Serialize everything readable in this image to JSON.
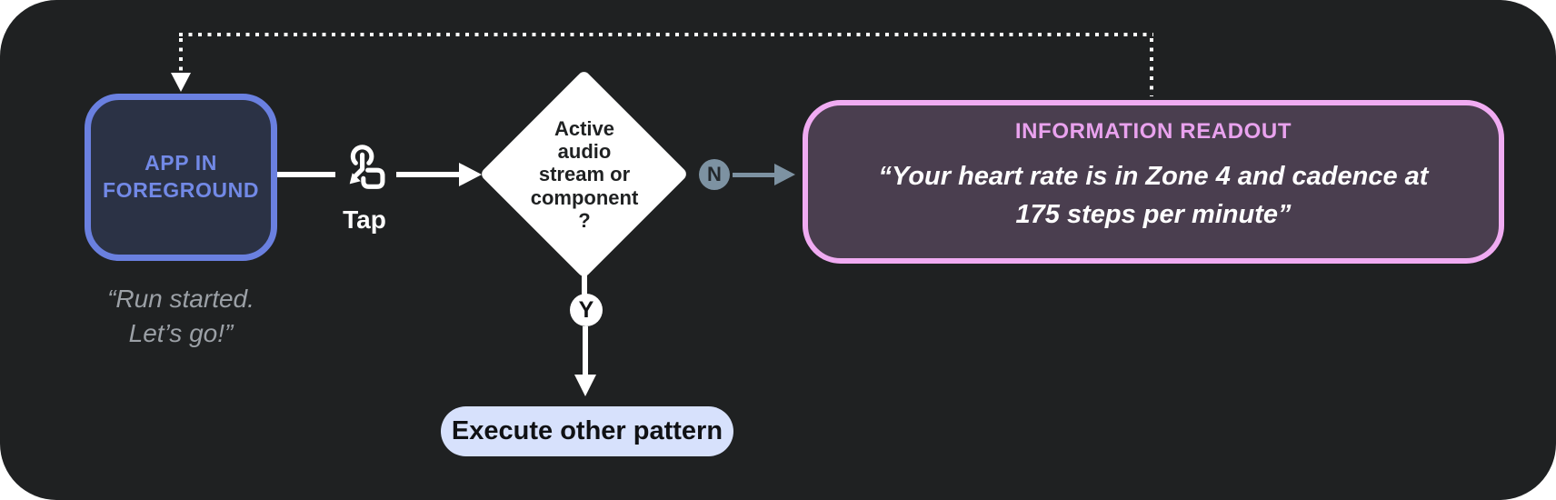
{
  "diagram": {
    "background_color": "#1F2122",
    "page_background_color": "#FFFFFF",
    "app_node": {
      "label": "APP IN FOREGROUND",
      "caption": "“Run started.\nLet’s go!”",
      "border_color": "#6A80E0",
      "fill_color": "#2B3245",
      "label_color": "#7289E6",
      "caption_color": "#9BA0A6"
    },
    "tap_step": {
      "label": "Tap",
      "icon": "tap-gesture-icon",
      "line_color": "#FFFFFF"
    },
    "decision_node": {
      "label": "Active\naudio\nstream or\ncomponent\n?",
      "fill_color": "#FFFFFF",
      "label_color": "#1F2122"
    },
    "no_branch": {
      "badge_label": "N",
      "badge_color": "#7D92A2",
      "badge_label_color": "#23282C",
      "arrow_color": "#7D92A2"
    },
    "yes_branch": {
      "badge_label": "Y",
      "badge_color": "#FFFFFF",
      "badge_label_color": "#121315",
      "arrow_color": "#FFFFFF"
    },
    "readout_node": {
      "title": "INFORMATION READOUT",
      "quote": "“Your heart rate is in Zone 4 and cadence at\n175 steps per minute”",
      "border_color": "#F0ABF2",
      "fill_color": "#4A3E4F",
      "title_color": "#E9A2EE",
      "quote_color": "#FFFFFF"
    },
    "action_node": {
      "label": "Execute other pattern",
      "fill_color": "#D7E1FC",
      "label_color": "#101114"
    },
    "feedback_loop": {
      "style": "dotted",
      "color": "#FFFFFF"
    }
  }
}
